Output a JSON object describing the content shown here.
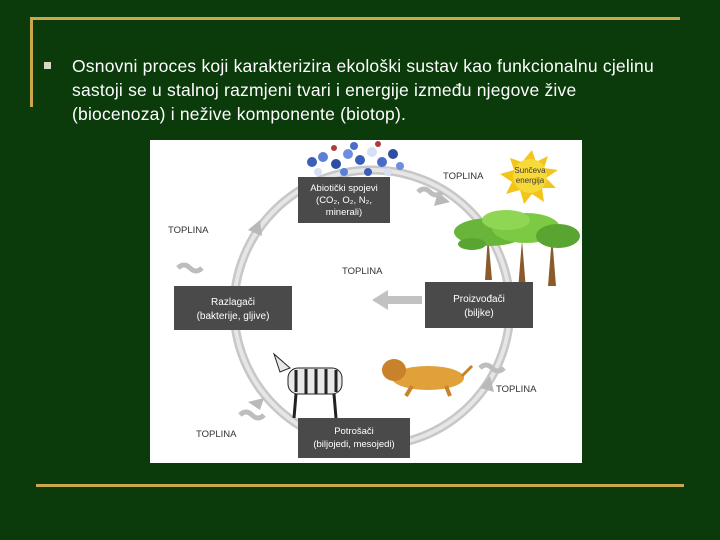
{
  "slide": {
    "bullet_text": "Osnovni proces koji karakterizira ekološki sustav kao funkcionalnu cjelinu sastoji se u stalnoj razmjeni tvari i energije između njegove žive (biocenoza) i nežive komponente (biotop)."
  },
  "diagram": {
    "abiotic": {
      "line1": "Abiotički spojevi",
      "line2": "(CO₂, O₂, N₂,",
      "line3": "minerali)"
    },
    "producers": {
      "line1": "Proizvođači",
      "line2": "(biljke)"
    },
    "consumers": {
      "line1": "Potrošači",
      "line2": "(biljojedi, mesojedi)"
    },
    "decomposers": {
      "line1": "Razlagači",
      "line2": "(bakterije, gljive)"
    },
    "sun": {
      "line1": "Sunčeva",
      "line2": "energija"
    },
    "heat_label": "TOPLINA"
  },
  "colors": {
    "background": "#0b3a0b",
    "frame": "#c9a74a",
    "box": "#4a4a4a"
  }
}
